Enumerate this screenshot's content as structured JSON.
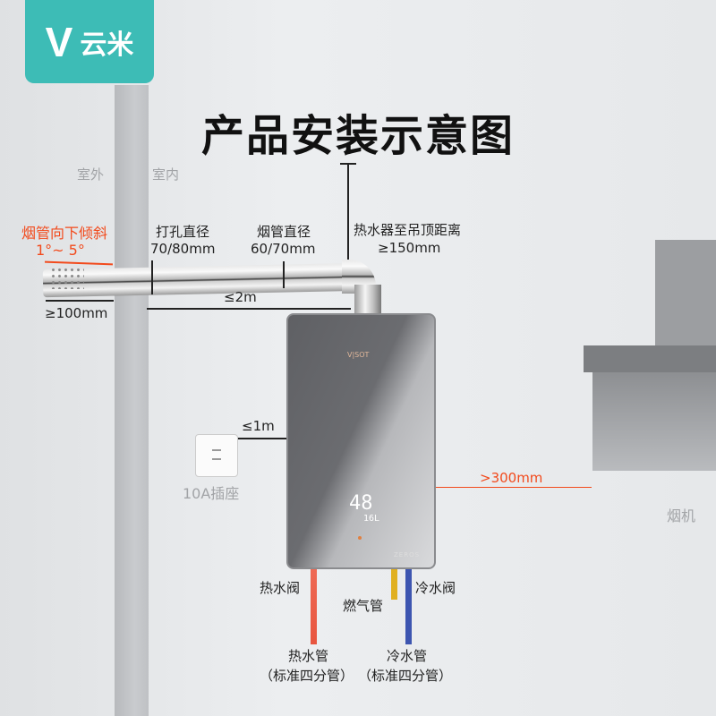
{
  "brand": {
    "logo_mark": "V",
    "name": "云米"
  },
  "title": "产品安装示意图",
  "zones": {
    "outdoor": "室外",
    "indoor": "室内"
  },
  "flue": {
    "slope_label": "烟管向下倾斜",
    "slope_range": "1°~ 5°",
    "outside_length": "≥100mm",
    "hole_label": "打孔直径",
    "hole_value": "70/80mm",
    "pipe_label": "烟管直径",
    "pipe_value": "60/70mm",
    "length": "≤2m",
    "ceiling_label": "热水器至吊顶距离",
    "ceiling_value": "≥150mm"
  },
  "heater": {
    "logo": "V|SOT",
    "temp": "48",
    "flow": "16",
    "flow_unit": "L",
    "model": "ZEROS"
  },
  "socket": {
    "distance": "≤1m",
    "label": "10A插座"
  },
  "hood": {
    "distance": ">300mm",
    "label": "烟机"
  },
  "valves": {
    "hot": "热水阀",
    "gas": "燃气管",
    "cold": "冷水阀"
  },
  "pipes": {
    "hot_label": "热水管",
    "hot_spec": "（标准四分管）",
    "cold_label": "冷水管",
    "cold_spec": "（标准四分管）"
  },
  "colors": {
    "accent": "#3dbcb6",
    "warning": "#f24a1c",
    "hot": "#e8553f",
    "gas": "#e0b020",
    "cold": "#3d55b0"
  }
}
